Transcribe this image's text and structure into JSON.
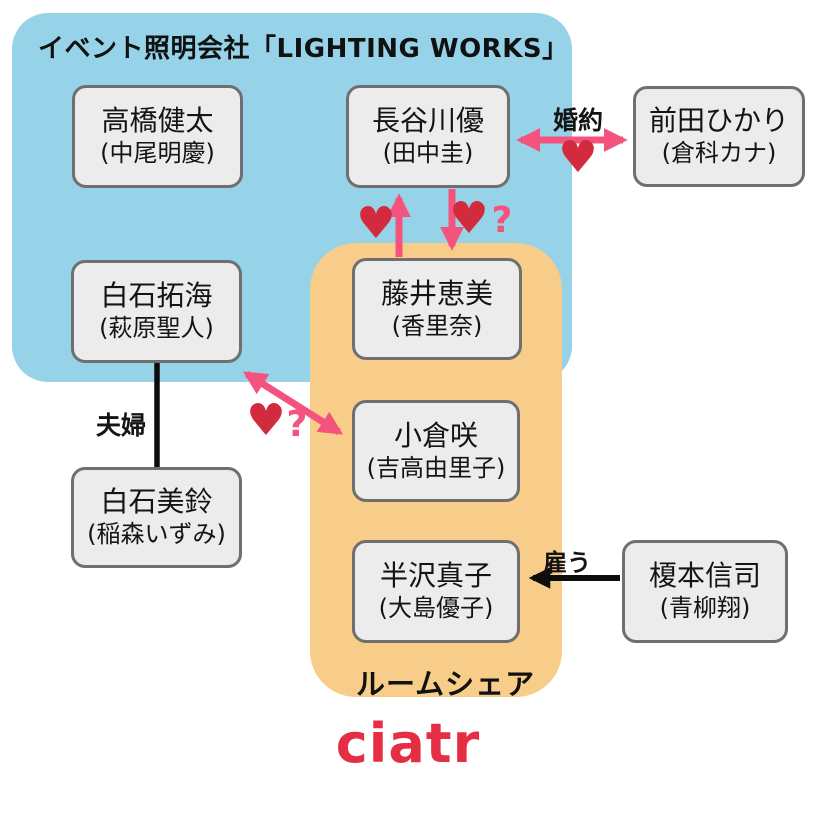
{
  "groups": {
    "company": {
      "label": "イベント照明会社「LIGHTING WORKS」",
      "bg_color": "#96d3e8"
    },
    "roomshare": {
      "label": "ルームシェア",
      "bg_color": "#f8cc89"
    }
  },
  "people": {
    "takahashi": {
      "name": "高橋健太",
      "actor": "(中尾明慶)"
    },
    "hasegawa": {
      "name": "長谷川優",
      "actor": "(田中圭)"
    },
    "maeda": {
      "name": "前田ひかり",
      "actor": "(倉科カナ)"
    },
    "shiraishi_takumi": {
      "name": "白石拓海",
      "actor": "(萩原聖人)"
    },
    "fujii": {
      "name": "藤井恵美",
      "actor": "(香里奈)"
    },
    "shiraishi_misuzu": {
      "name": "白石美鈴",
      "actor": "(稲森いずみ)"
    },
    "ogura": {
      "name": "小倉咲",
      "actor": "(吉高由里子)"
    },
    "hanzawa": {
      "name": "半沢真子",
      "actor": "(大島優子)"
    },
    "enomoto": {
      "name": "榎本信司",
      "actor": "(青柳翔)"
    }
  },
  "relations": {
    "engagement": {
      "label": "婚約",
      "heart": "♥"
    },
    "crush_up": {
      "heart": "♥"
    },
    "crush_down": {
      "heart": "♥",
      "question": "?"
    },
    "crush_diagonal": {
      "heart": "♥",
      "question": "?"
    },
    "married": {
      "label": "夫婦"
    },
    "hires": {
      "label": "雇う"
    }
  },
  "brand": {
    "logo_text": "ciatr"
  },
  "colors": {
    "arrow_pink": "#f4537e",
    "heart_red": "#d22b3e",
    "line_black": "#0d0d0d",
    "box_bg": "#ececec",
    "box_border": "#6f6f6f",
    "brand_red": "#e52e44"
  }
}
